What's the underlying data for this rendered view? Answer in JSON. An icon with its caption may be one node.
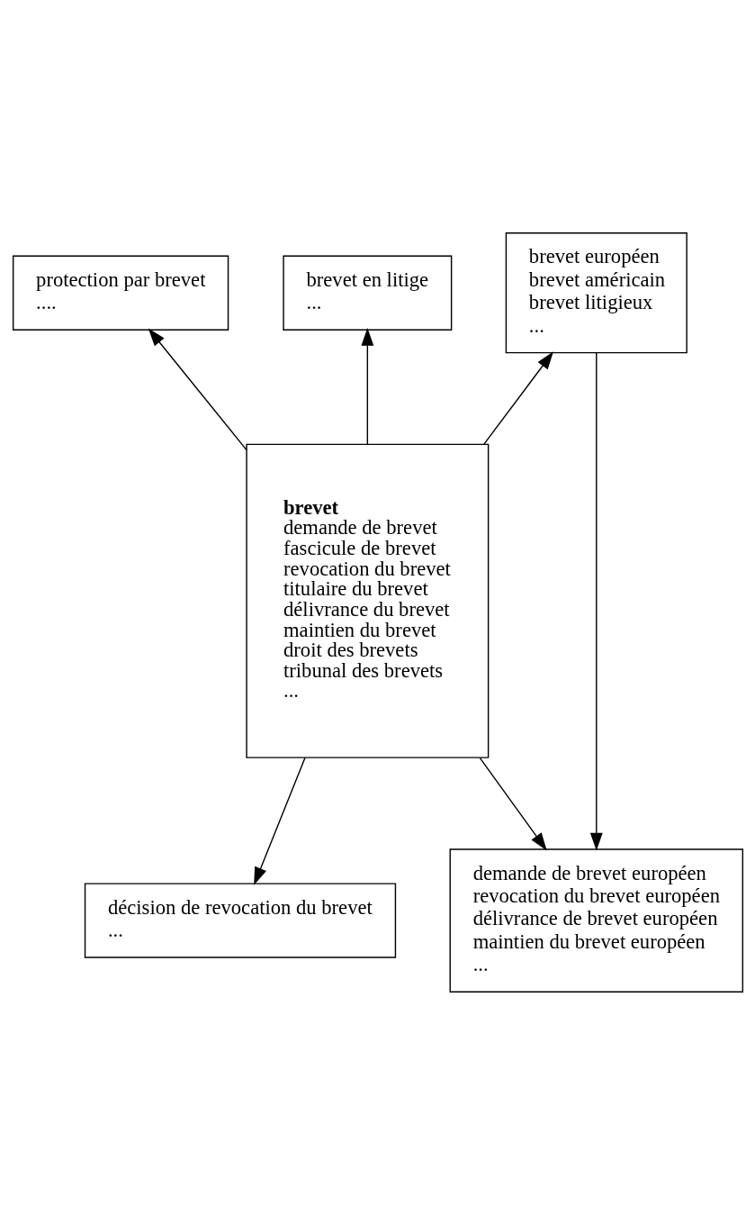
{
  "diagram": {
    "nodes": [
      {
        "text": [
          "protection par brevet",
          "...."
        ]
      },
      {
        "text": [
          "brevet européen",
          "brevet américain",
          "brevet litigieux",
          "..."
        ]
      },
      {
        "text": [
          "brevet en litige",
          "..."
        ]
      },
      {
        "text": [
          "**brevet**",
          "demande de brevet",
          "fascicule de brevet",
          "revocation du brevet",
          "titulaire du brevet",
          "délivrance du brevet",
          "maintien du brevet",
          "droit des brevets",
          "tribunal des brevets",
          "..."
        ]
      },
      {
        "text": [
          "demande de brevet européen",
          "revocation du brevet européen",
          "délivrance de brevet européen",
          "maintien du brevet européen",
          "..."
        ]
      },
      {
        "text": [
          "décision de revocation du brevet",
          "..."
        ]
      }
    ],
    "edges": [
      {
        "from": 3,
        "to": 1,
        "arrow": "to"
      },
      {
        "from": 3,
        "to": 0,
        "arrow": "to"
      },
      {
        "from": 3,
        "to": 2,
        "arrow": "to"
      },
      {
        "from": 1,
        "to": 4,
        "arrow": "to"
      },
      {
        "from": 3,
        "to": 4,
        "arrow": "to"
      },
      {
        "from": 3,
        "to": 5,
        "arrow": "to"
      }
    ]
  }
}
